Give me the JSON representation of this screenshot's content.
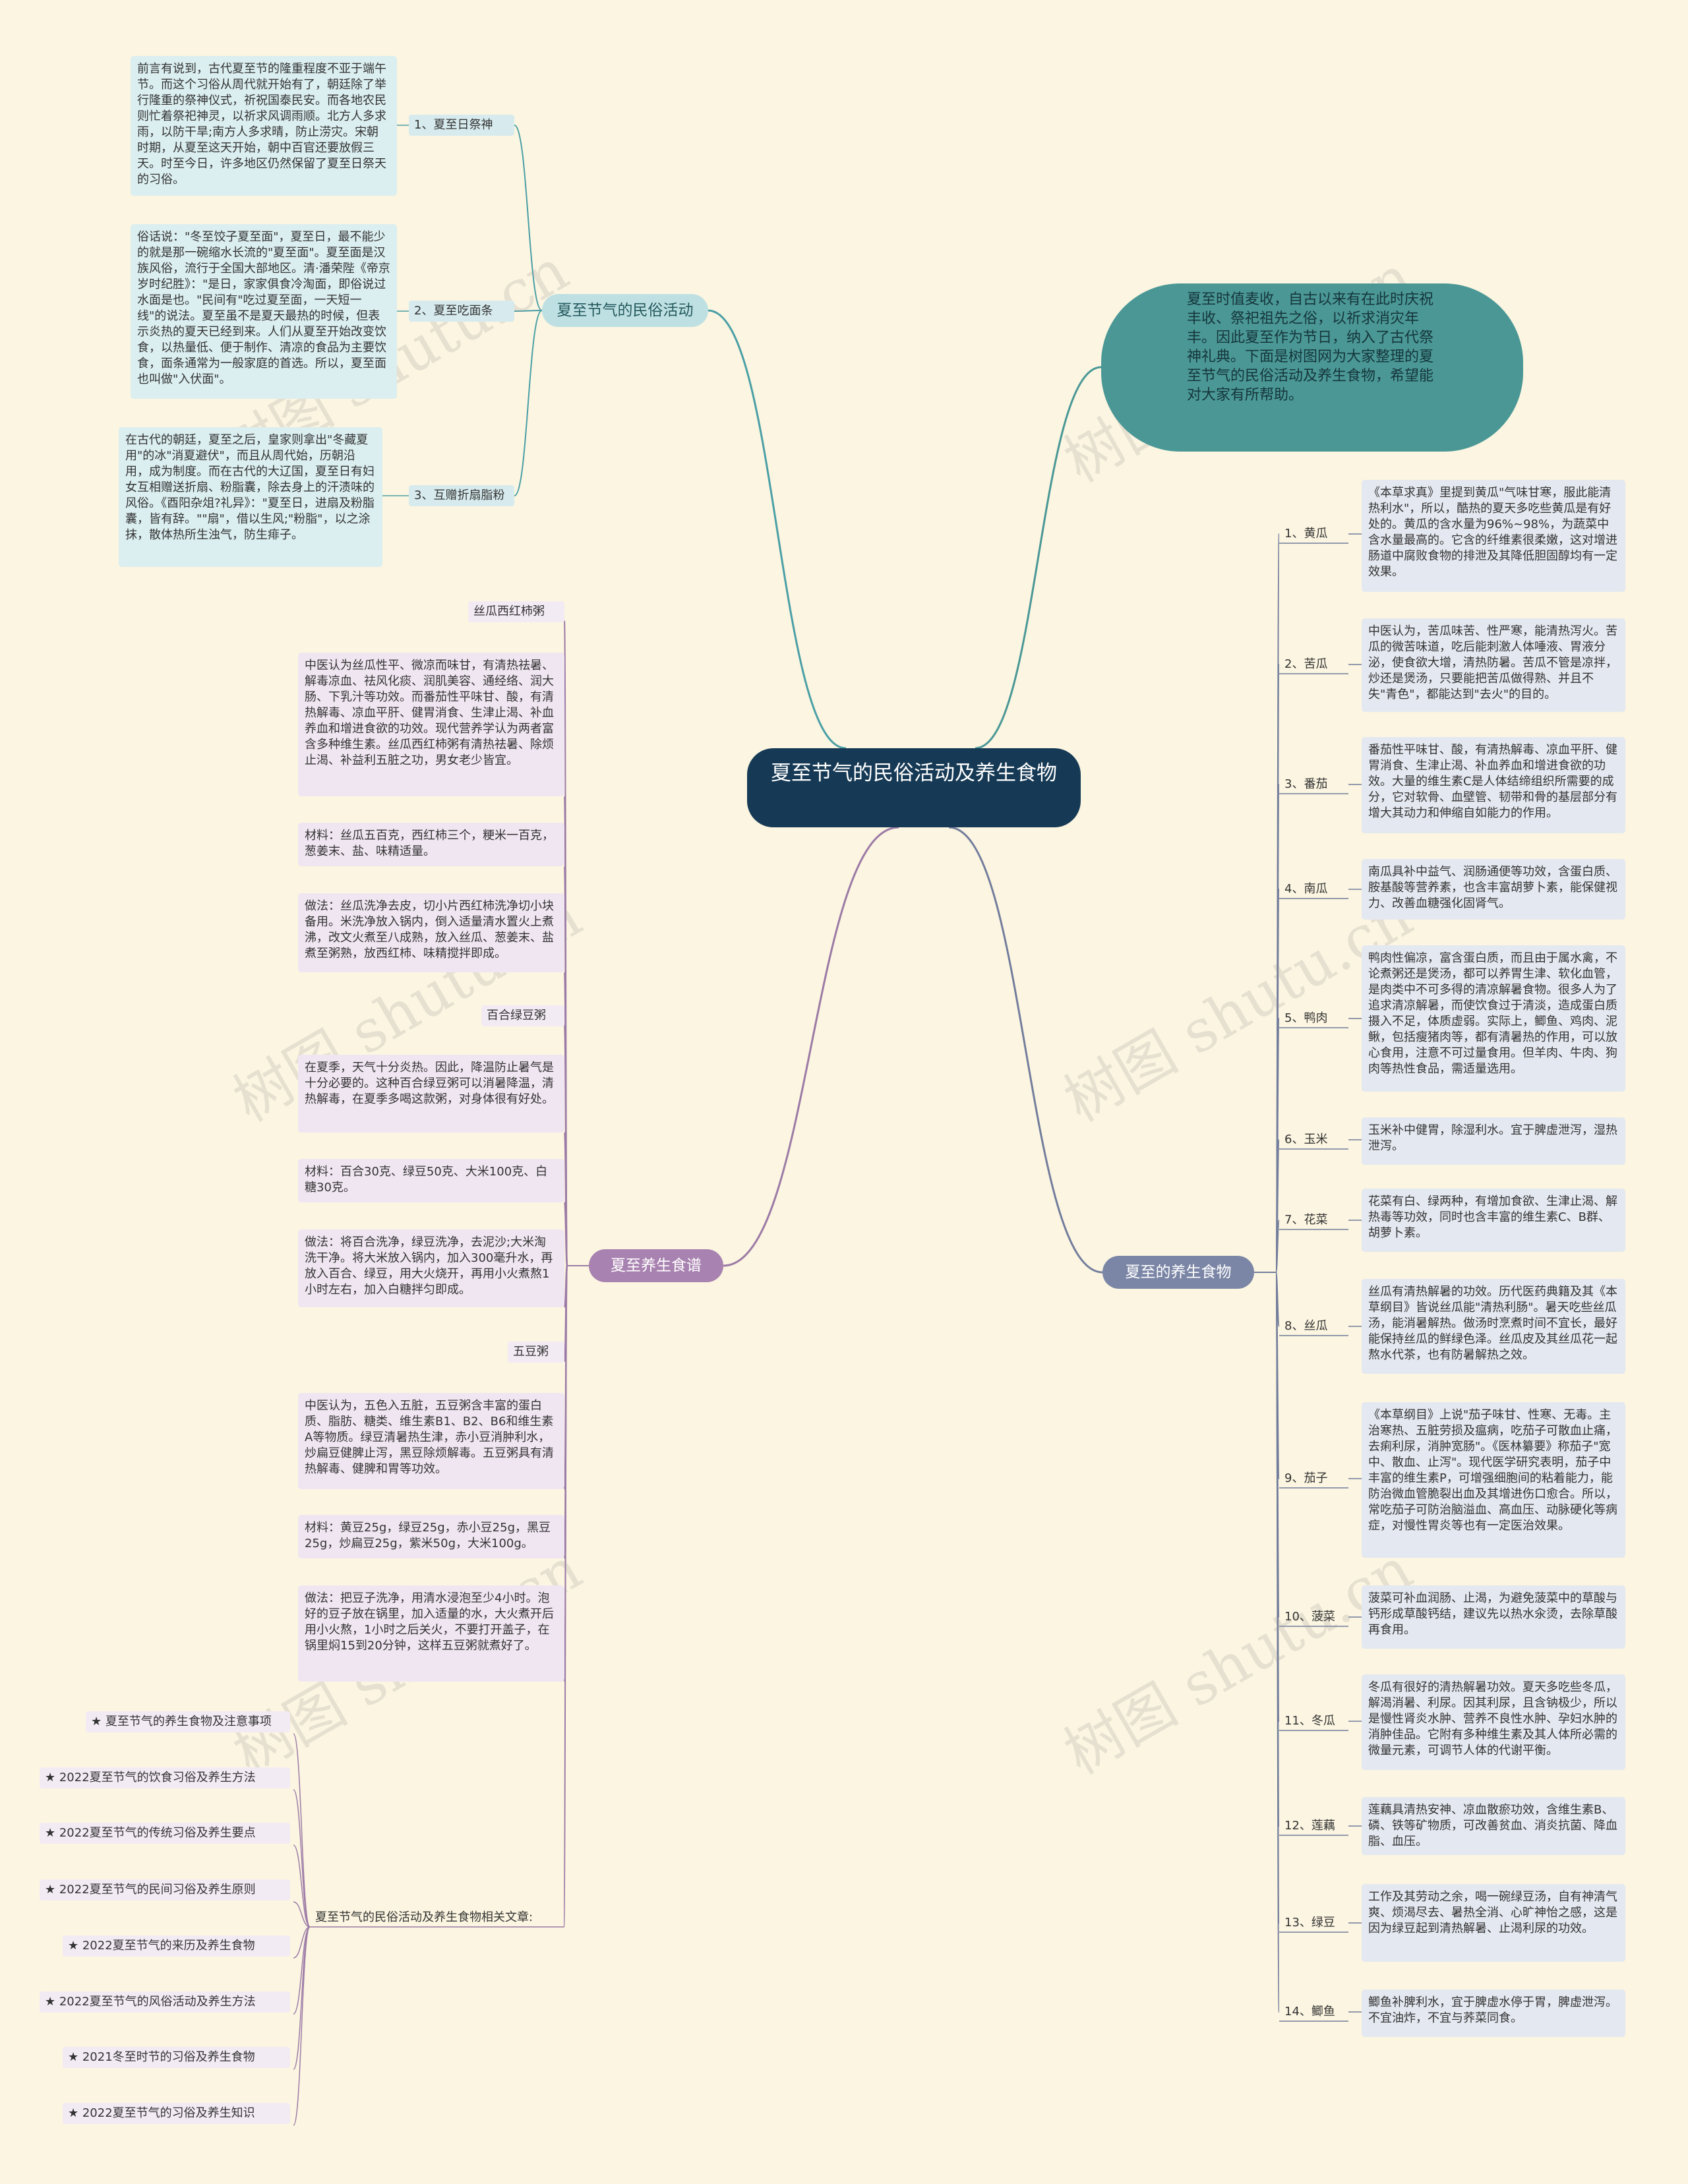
{
  "root": "夏至节气的民俗活动及养生食物",
  "intro": "夏至时值麦收，自古以来有在此时庆祝丰收、祭祀祖先之俗，以祈求消灾年丰。因此夏至作为节日，纳入了古代祭神礼典。下面是树图网为大家整理的夏至节气的民俗活动及养生食物，希望能对大家有所帮助。",
  "watermark": "树图 shutu.cn",
  "customs": {
    "title": "夏至节气的民俗活动",
    "items": [
      {
        "label": "1、夏至日祭神",
        "text": "前言有说到，古代夏至节的隆重程度不亚于端午节。而这个习俗从周代就开始有了，朝廷除了举行隆重的祭神仪式，祈祝国泰民安。而各地农民则忙着祭祀神灵，以祈求风调雨顺。北方人多求雨，以防干旱;南方人多求晴，防止涝灾。宋朝时期，从夏至这天开始，朝中百官还要放假三天。时至今日，许多地区仍然保留了夏至日祭天的习俗。"
      },
      {
        "label": "2、夏至吃面条",
        "text": "俗话说：\"冬至饺子夏至面\"，夏至日，最不能少的就是那一碗缩水长流的\"夏至面\"。夏至面是汉族风俗，流行于全国大部地区。清·潘荣陛《帝京岁时纪胜》：\"是日，家家俱食冷淘面，即俗说过水面是也。\"民间有\"吃过夏至面，一天短一线\"的说法。夏至虽不是夏天最热的时候，但表示炎热的夏天已经到来。人们从夏至开始改变饮食，以热量低、便于制作、清凉的食品为主要饮食，面条通常为一般家庭的首选。所以，夏至面也叫做\"入伏面\"。"
      },
      {
        "label": "3、互赠折扇脂粉",
        "text": "在古代的朝廷，夏至之后，皇家则拿出\"冬藏夏用\"的冰\"消夏避伏\"，而且从周代始，历朝沿用，成为制度。而在古代的大辽国，夏至日有妇女互相赠送折扇、粉脂囊，除去身上的汗渍味的风俗。《酉阳杂俎?礼异》：\"夏至日，进扇及粉脂囊，皆有辞。\"\"扇\"，借以生风;\"粉脂\"，以之涂抹，散体热所生浊气，防生痱子。"
      }
    ]
  },
  "foods": {
    "title": "夏至的养生食物",
    "items": [
      {
        "label": "1、黄瓜",
        "text": "《本草求真》里提到黄瓜\"气味甘寒，服此能清热利水\"，所以，酷热的夏天多吃些黄瓜是有好处的。黄瓜的含水量为96%~98%，为蔬菜中含水量最高的。它含的纤维素很柔嫩，这对增进肠道中腐败食物的排泄及其降低胆固醇均有一定效果。"
      },
      {
        "label": "2、苦瓜",
        "text": "中医认为，苦瓜味苦、性严寒，能清热泻火。苦瓜的微苦味道，吃后能刺激人体唾液、胃液分泌，使食欲大增，清热防暑。苦瓜不管是凉拌，炒还是煲汤，只要能把苦瓜做得熟、并且不失\"青色\"，都能达到\"去火\"的目的。"
      },
      {
        "label": "3、番茄",
        "text": "番茄性平味甘、酸，有清热解毒、凉血平肝、健胃消食、生津止渴、补血养血和增进食欲的功效。大量的维生素C是人体结缔组织所需要的成分，它对软骨、血壁管、韧带和骨的基层部分有增大其动力和伸缩自如能力的作用。"
      },
      {
        "label": "4、南瓜",
        "text": "南瓜具补中益气、润肠通便等功效，含蛋白质、胺基酸等营养素，也含丰富胡萝卜素，能保健视力、改善血糖强化固肾气。"
      },
      {
        "label": "5、鸭肉",
        "text": "鸭肉性偏凉，富含蛋白质，而且由于属水禽，不论煮粥还是煲汤，都可以养胃生津、软化血管，是肉类中不可多得的清凉解暑食物。很多人为了追求清凉解暑，而使饮食过于清淡，造成蛋白质摄入不足，体质虚弱。实际上，鲫鱼、鸡肉、泥鳅，包括瘦猪肉等，都有清暑热的作用，可以放心食用，注意不可过量食用。但羊肉、牛肉、狗肉等热性食品，需适量选用。"
      },
      {
        "label": "6、玉米",
        "text": "玉米补中健胃，除湿利水。宜于脾虚泄泻，湿热泄泻。"
      },
      {
        "label": "7、花菜",
        "text": "花菜有白、绿两种，有增加食欲、生津止渴、解热毒等功效，同时也含丰富的维生素C、B群、胡萝卜素。"
      },
      {
        "label": "8、丝瓜",
        "text": "丝瓜有清热解暑的功效。历代医药典籍及其《本草纲目》皆说丝瓜能\"清热利肠\"。暑天吃些丝瓜汤，能消暑解热。做汤时烹煮时间不宜长，最好能保持丝瓜的鲜绿色泽。丝瓜皮及其丝瓜花一起熬水代茶，也有防暑解热之效。"
      },
      {
        "label": "9、茄子",
        "text": "《本草纲目》上说\"茄子味甘、性寒、无毒。主治寒热、五脏劳损及瘟病，吃茄子可散血止痛，去痢利尿，消肿宽肠\"。《医林纂要》称茄子\"宽中、散血、止泻\"。现代医学研究表明，茄子中丰富的维生素P，可增强细胞间的粘着能力，能防治微血管脆裂出血及其增进伤口愈合。所以，常吃茄子可防治脑溢血、高血压、动脉硬化等病症，对慢性胃炎等也有一定医治效果。"
      },
      {
        "label": "10、菠菜",
        "text": "菠菜可补血润肠、止渴，为避免菠菜中的草酸与钙形成草酸钙结，建议先以热水汆烫，去除草酸再食用。"
      },
      {
        "label": "11、冬瓜",
        "text": "冬瓜有很好的清热解暑功效。夏天多吃些冬瓜，解渴消暑、利尿。因其利尿，且含钠极少，所以是慢性肾炎水肿、营养不良性水肿、孕妇水肿的消肿佳品。它附有多种维生素及其人体所必需的微量元素，可调节人体的代谢平衡。"
      },
      {
        "label": "12、莲藕",
        "text": "莲藕具清热安神、凉血散瘀功效，含维生素B、磷、铁等矿物质，可改善贫血、消炎抗菌、降血脂、血压。"
      },
      {
        "label": "13、绿豆",
        "text": "工作及其劳动之余，喝一碗绿豆汤，自有神清气爽、烦渴尽去、暑热全消、心旷神怡之感，这是因为绿豆起到清热解暑、止渴利尿的功效。"
      },
      {
        "label": "14、鲫鱼",
        "text": "鲫鱼补脾利水，宜于脾虚水停于胃，脾虚泄泻。不宜油炸，不宜与荞菜同食。"
      }
    ]
  },
  "recipes": {
    "title": "夏至养生食谱",
    "items": [
      {
        "kind": "label",
        "text": "丝瓜西红柿粥"
      },
      {
        "kind": "box",
        "text": "中医认为丝瓜性平、微凉而味甘，有清热祛暑、解毒凉血、祛风化痰、润肌美容、通经络、润大肠、下乳汁等功效。而番茄性平味甘、酸，有清热解毒、凉血平肝、健胃消食、生津止渴、补血养血和增进食欲的功效。现代营养学认为两者富含多种维生素。丝瓜西红柿粥有清热祛暑、除烦止渴、补益利五脏之功，男女老少皆宜。"
      },
      {
        "kind": "box",
        "text": "材料：丝瓜五百克，西红柿三个，粳米一百克，葱姜末、盐、味精适量。"
      },
      {
        "kind": "box",
        "text": "做法：丝瓜洗净去皮，切小片西红柿洗净切小块备用。米洗净放入锅内，倒入适量清水置火上煮沸，改文火煮至八成熟，放入丝瓜、葱姜末、盐煮至粥熟，放西红柿、味精搅拌即成。"
      },
      {
        "kind": "label",
        "text": "百合绿豆粥"
      },
      {
        "kind": "box",
        "text": "在夏季，天气十分炎热。因此，降温防止暑气是十分必要的。这种百合绿豆粥可以消暑降温，清热解毒，在夏季多喝这款粥，对身体很有好处。"
      },
      {
        "kind": "box",
        "text": "材料：百合30克、绿豆50克、大米100克、白糖30克。"
      },
      {
        "kind": "box",
        "text": "做法：将百合洗净，绿豆洗净，去泥沙;大米淘洗干净。将大米放入锅内，加入300毫升水，再放入百合、绿豆，用大火烧开，再用小火煮熬1小时左右，加入白糖拌匀即成。"
      },
      {
        "kind": "label",
        "text": "五豆粥"
      },
      {
        "kind": "box",
        "text": "中医认为，五色入五脏，五豆粥含丰富的蛋白质、脂肪、糖类、维生素B1、B2、B6和维生素A等物质。绿豆清暑热生津，赤小豆消肿利水，炒扁豆健脾止泻，黑豆除烦解毒。五豆粥具有清热解毒、健脾和胃等功效。"
      },
      {
        "kind": "box",
        "text": "材料：黄豆25g，绿豆25g，赤小豆25g，黑豆25g，炒扁豆25g，紫米50g，大米100g。"
      },
      {
        "kind": "box",
        "text": "做法：把豆子洗净，用清水浸泡至少4小时。泡好的豆子放在锅里，加入适量的水，大火煮开后用小火熬，1小时之后关火，不要打开盖子，在锅里焖15到20分钟，这样五豆粥就煮好了。"
      }
    ]
  },
  "related": {
    "title": "夏至节气的民俗活动及养生食物相关文章:",
    "items": [
      "★ 夏至节气的养生食物及注意事项",
      "★ 2022夏至节气的饮食习俗及养生方法",
      "★ 2022夏至节气的传统习俗及养生要点",
      "★ 2022夏至节气的民间习俗及养生原则",
      "★ 2022夏至节气的来历及养生食物",
      "★ 2022夏至节气的风俗活动及养生方法",
      "★ 2021冬至时节的习俗及养生食物",
      "★ 2022夏至节气的习俗及养生知识"
    ]
  },
  "colors": {
    "background": "#fbf5e1",
    "root": "#163a55",
    "intro": "#4a9796",
    "customs_branch": "#4b9fa6",
    "foods_branch": "#737d9c",
    "recipes_branch": "#9c7aa6",
    "custom_leaf": "#dbeef0",
    "food_leaf": "#e4e8f0",
    "recipe_leaf": "#f0e6f2"
  }
}
